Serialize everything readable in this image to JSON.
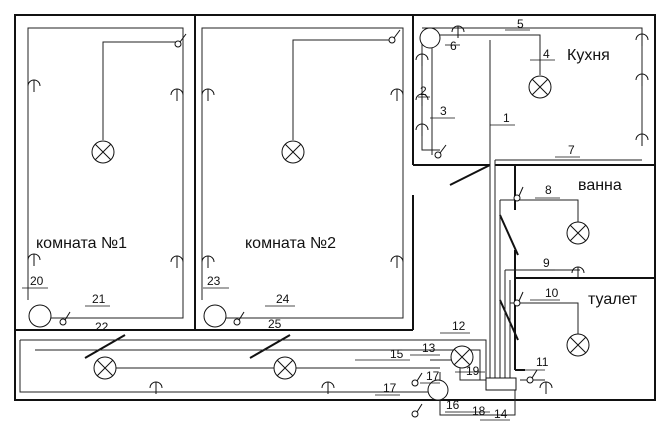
{
  "rooms": {
    "room1": "комната №1",
    "room2": "комната №2",
    "kitchen": "Кухня",
    "bath": "ванна",
    "toilet": "туалет"
  },
  "labels": [
    "1",
    "2",
    "3",
    "4",
    "5",
    "6",
    "7",
    "8",
    "9",
    "10",
    "11",
    "12",
    "13",
    "14",
    "15",
    "16",
    "17",
    "17",
    "18",
    "19",
    "20",
    "21",
    "22",
    "23",
    "24",
    "25"
  ],
  "icons": {
    "lamp": "lamp-symbol-icon",
    "socket": "socket-symbol-icon",
    "switch": "switch-symbol-icon",
    "junction": "junction-box-icon"
  }
}
